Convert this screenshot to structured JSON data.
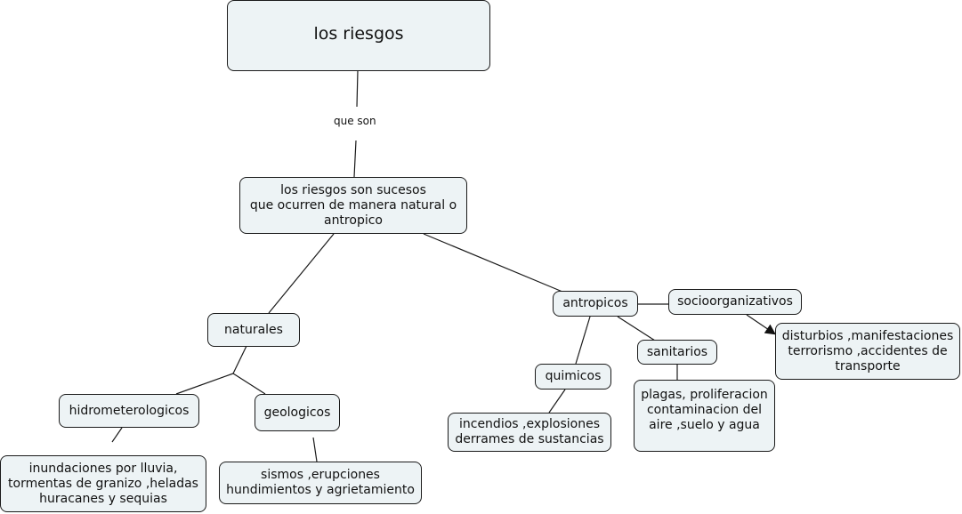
{
  "concept_map": {
    "nodes": {
      "root": "los riesgos",
      "definition": "los riesgos son sucesos\nque ocurren de manera natural o\nantropico",
      "naturales": "naturales",
      "antropicos": "antropicos",
      "socioorganizativos": "socioorganizativos",
      "disturbios": "disturbios ,manifestaciones\nterrorismo ,accidentes de\ntransporte",
      "hidrometerologicos": "hidrometerologicos",
      "geologicos": "geologicos",
      "quimicos": "quimicos",
      "sanitarios": "sanitarios",
      "plagas": "plagas, proliferacion\ncontaminacion del\naire ,suelo y agua",
      "incendios": "incendios ,explosiones\nderrames de sustancias",
      "inundaciones": "inundaciones por lluvia,\ntormentas de granizo ,heladas\nhuracanes y sequias",
      "sismos": "sismos ,erupciones\nhundimientos y agrietamiento"
    },
    "link_labels": {
      "que_son": "que son"
    },
    "colors": {
      "node_fill": "#edf3f5",
      "node_border": "#1a1a1a",
      "line": "#1a1a1a"
    }
  }
}
